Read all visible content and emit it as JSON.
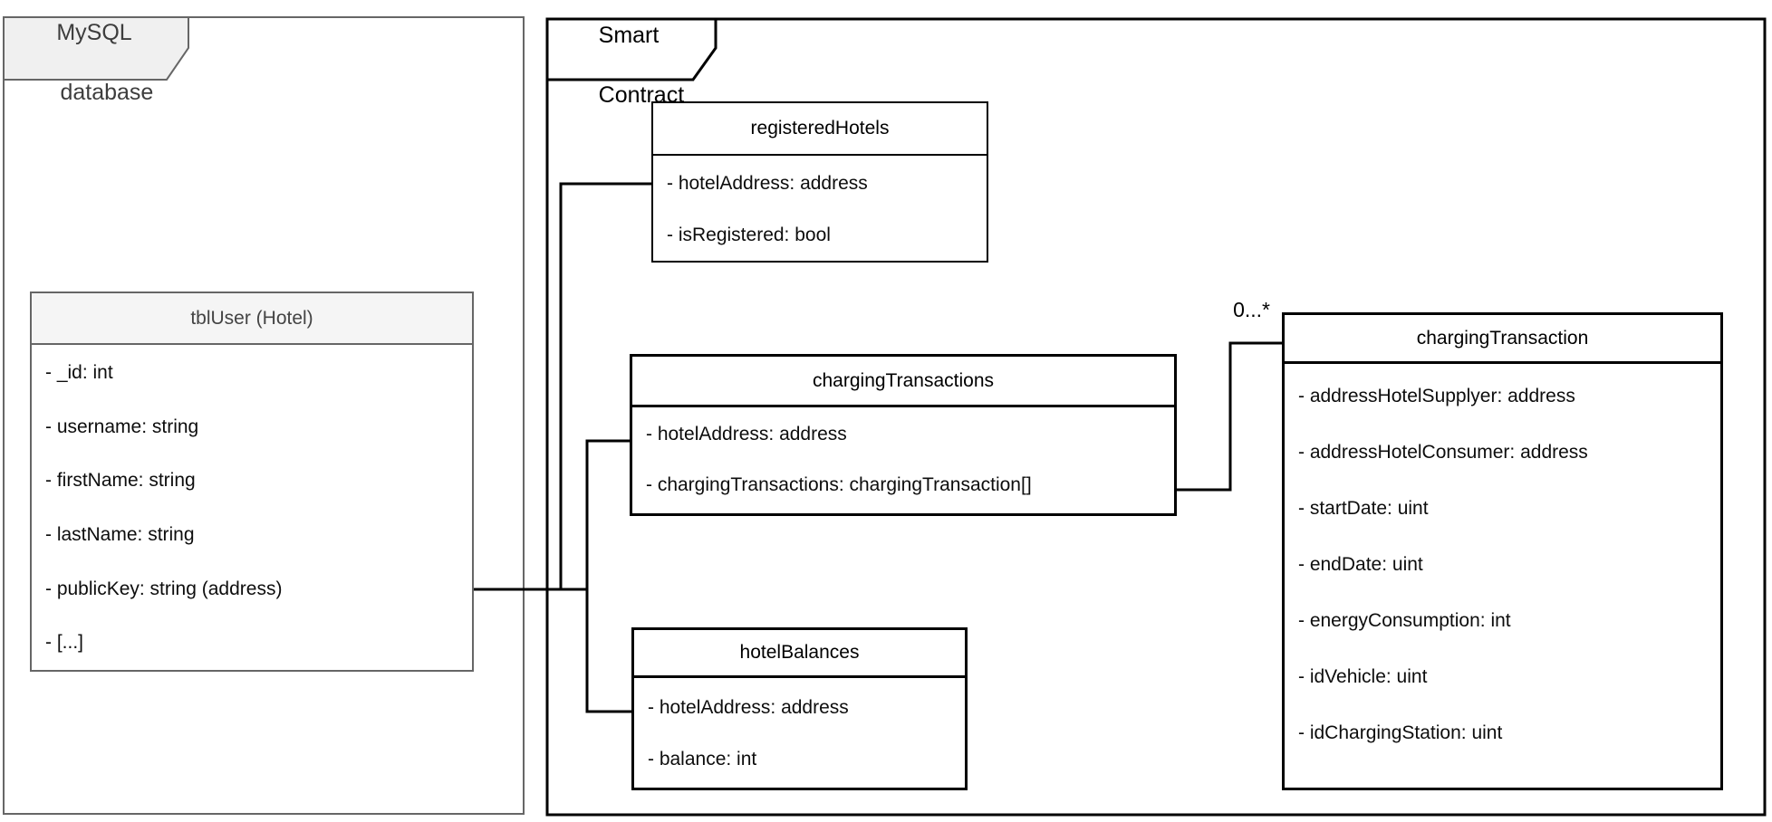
{
  "diagram": {
    "packages": {
      "mysql": {
        "line1": "MySQL",
        "line2": "database"
      },
      "smart_contract": {
        "line1": "Smart",
        "line2": "Contract"
      }
    },
    "classes": {
      "tblUser": {
        "title": "tblUser (Hotel)",
        "attributes": [
          "- _id: int",
          "- username: string",
          "- firstName: string",
          "- lastName: string",
          "- publicKey: string (address)",
          "- [...]"
        ]
      },
      "registeredHotels": {
        "title": "registeredHotels",
        "attributes": [
          "- hotelAddress: address",
          "- isRegistered: bool"
        ]
      },
      "chargingTransactions": {
        "title": "chargingTransactions",
        "attributes": [
          "- hotelAddress: address",
          "- chargingTransactions: chargingTransaction[]"
        ]
      },
      "hotelBalances": {
        "title": "hotelBalances",
        "attributes": [
          "- hotelAddress: address",
          "- balance: int"
        ]
      },
      "chargingTransaction": {
        "title": "chargingTransaction",
        "attributes": [
          "- addressHotelSupplyer: address",
          "- addressHotelConsumer: address",
          "- startDate: uint",
          "- endDate: uint",
          "- energyConsumption: int",
          "- idVehicle: uint",
          "- idChargingStation: uint"
        ]
      }
    },
    "relation": {
      "multiplicity": "0...*"
    },
    "colors": {
      "mysql_border": "#666666",
      "mysql_fill": "#f5f5f5",
      "smart_contract_border": "#000000",
      "connector": "#000000",
      "background": "#ffffff"
    }
  }
}
